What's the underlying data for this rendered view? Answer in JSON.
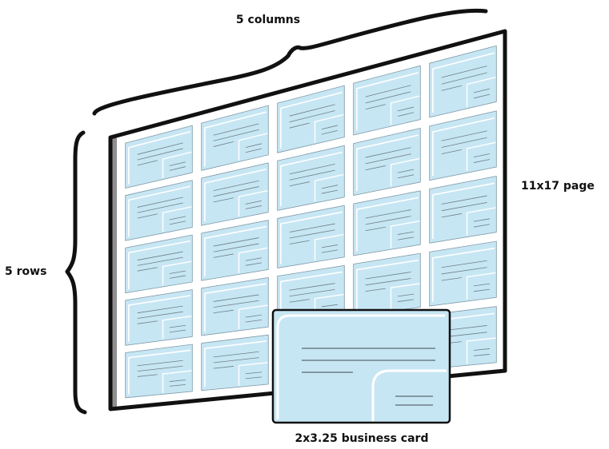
{
  "labels": {
    "columns": "5 columns",
    "rows": "5 rows",
    "page": "11x17 page",
    "card": "2x3.25 business card"
  },
  "layout": {
    "rows": 5,
    "columns": 5
  },
  "colors": {
    "card_fill": "#c7e6f4",
    "card_inner": "#bde0f1",
    "card_line": "#6d7f89",
    "sheet_fill": "#ffffff",
    "sheet_edge": "#8f8f8f",
    "outline": "#111111"
  }
}
